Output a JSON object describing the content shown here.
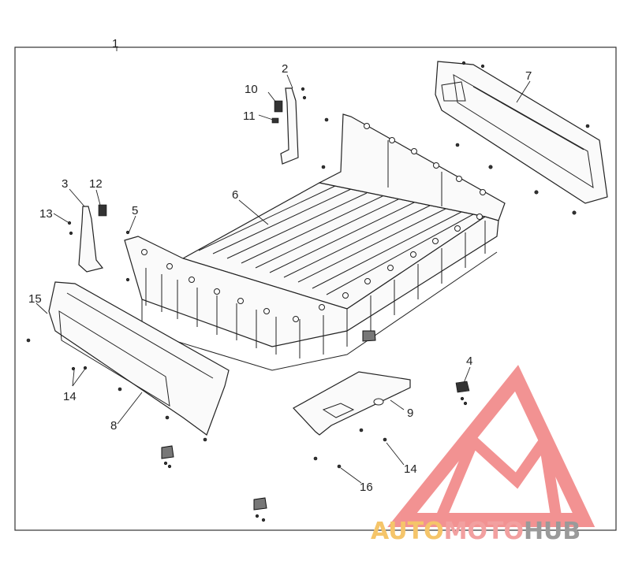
{
  "diagram": {
    "assembly_number": "1",
    "callouts": [
      {
        "id": "c2",
        "label": "2"
      },
      {
        "id": "c3",
        "label": "3"
      },
      {
        "id": "c4",
        "label": "4"
      },
      {
        "id": "c5",
        "label": "5"
      },
      {
        "id": "c6",
        "label": "6"
      },
      {
        "id": "c7",
        "label": "7"
      },
      {
        "id": "c8",
        "label": "8"
      },
      {
        "id": "c9",
        "label": "9"
      },
      {
        "id": "c10",
        "label": "10"
      },
      {
        "id": "c11",
        "label": "11"
      },
      {
        "id": "c12",
        "label": "12"
      },
      {
        "id": "c13",
        "label": "13"
      },
      {
        "id": "c14a",
        "label": "14"
      },
      {
        "id": "c14b",
        "label": "14"
      },
      {
        "id": "c15",
        "label": "15"
      },
      {
        "id": "c16",
        "label": "16"
      }
    ]
  },
  "watermark": {
    "part_auto": "AUTO",
    "part_moto": "MOTO",
    "part_hub": "HUB",
    "colors": {
      "logo": "#f08080",
      "auto": "#f5c56a",
      "moto": "#f2a0a0",
      "hub": "#9a9a9a"
    }
  }
}
